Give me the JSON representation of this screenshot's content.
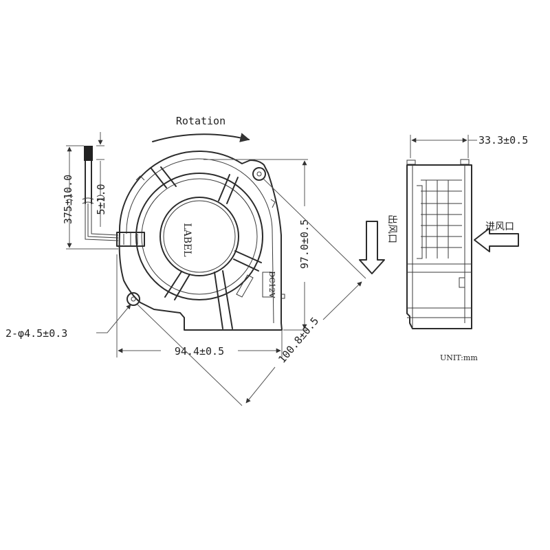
{
  "labels": {
    "rotation": "Rotation",
    "label_text": "LABEL",
    "lead_length": "375±10.0",
    "strip_length": "5±1.0",
    "mount_holes": "2-φ4.5±0.3",
    "width": "94.4±0.5",
    "height": "97.0±0.5",
    "diagonal": "100.8±0.5",
    "depth": "33.3±0.5",
    "outlet": "出风口",
    "inlet": "进风口",
    "unit": "UNIT:mm"
  },
  "colors": {
    "line": "#2b2b2b",
    "text": "#222222",
    "background": "#ffffff"
  }
}
